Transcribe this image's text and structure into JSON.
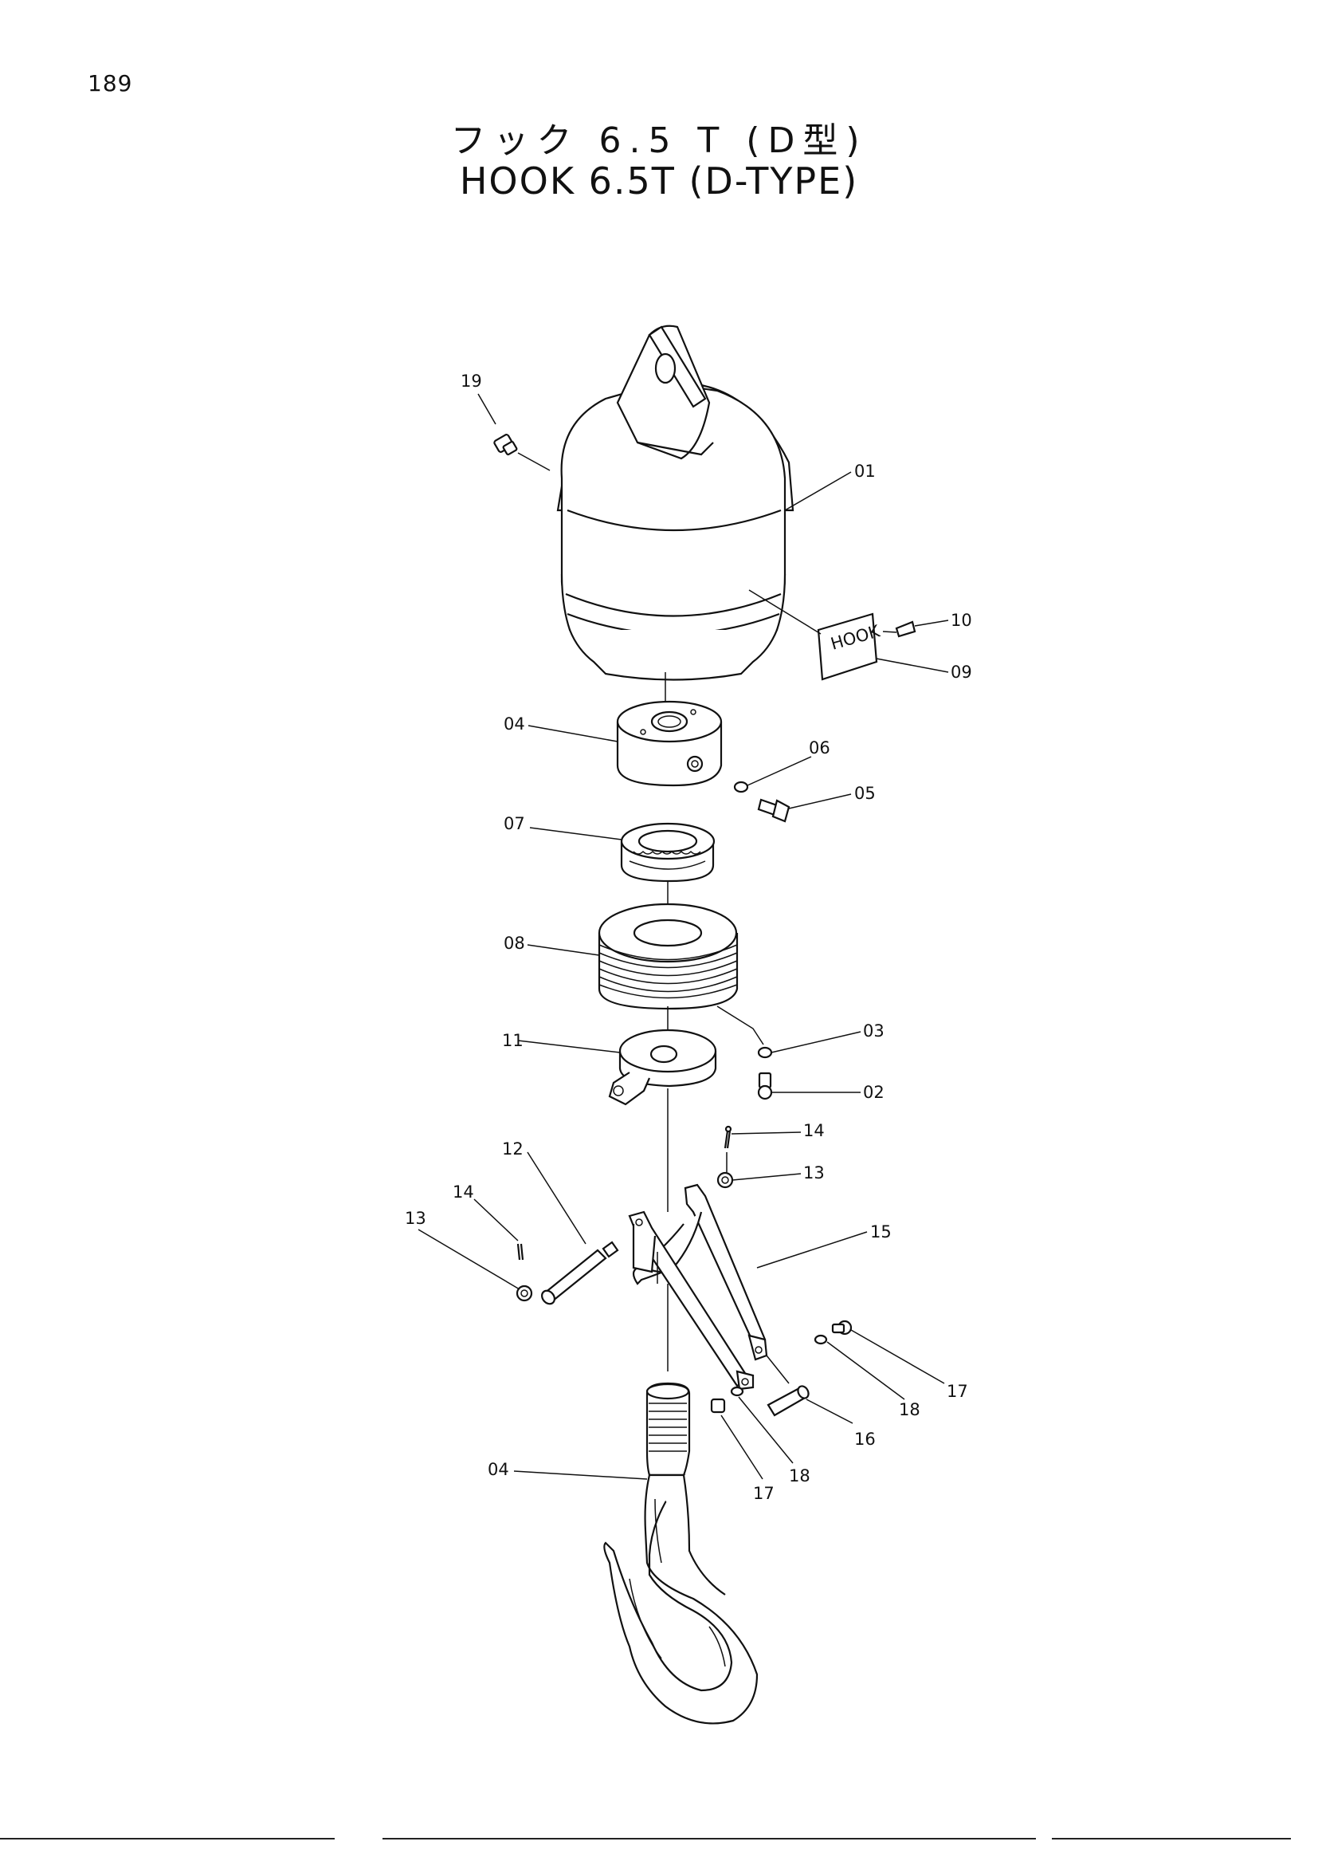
{
  "page_number": "189",
  "title_jp": "フック 6.5 T (D型)",
  "title_en": "HOOK 6.5T (D-TYPE)",
  "name_plate_text": "HOOK",
  "callouts": {
    "c01": "01",
    "c19": "19",
    "c10": "10",
    "c09": "09",
    "c04a": "04",
    "c06": "06",
    "c05": "05",
    "c07": "07",
    "c08": "08",
    "c03": "03",
    "c11": "11",
    "c02": "02",
    "c14a": "14",
    "c13a": "13",
    "c12": "12",
    "c14b": "14",
    "c13b": "13",
    "c15": "15",
    "c17a": "17",
    "c18a": "18",
    "c16": "16",
    "c17b": "17",
    "c18b": "18",
    "c04b": "04"
  }
}
